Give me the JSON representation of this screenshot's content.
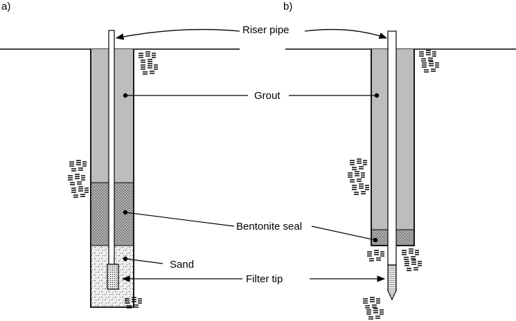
{
  "panels": {
    "a": "a)",
    "b": "b)"
  },
  "labels": {
    "riser_pipe": "Riser pipe",
    "grout": "Grout",
    "bentonite_seal": "Bentonite seal",
    "sand": "Sand",
    "filter_tip": "Filter tip"
  },
  "colors": {
    "grout": "#bdbdbd",
    "bentonite": "#8c8c8c",
    "sand": "#eeeeee",
    "outline": "#000000",
    "background": "#ffffff"
  },
  "icons": {
    "soil_texture": "soil-hatch-icon",
    "arrow": "arrowhead-icon"
  }
}
